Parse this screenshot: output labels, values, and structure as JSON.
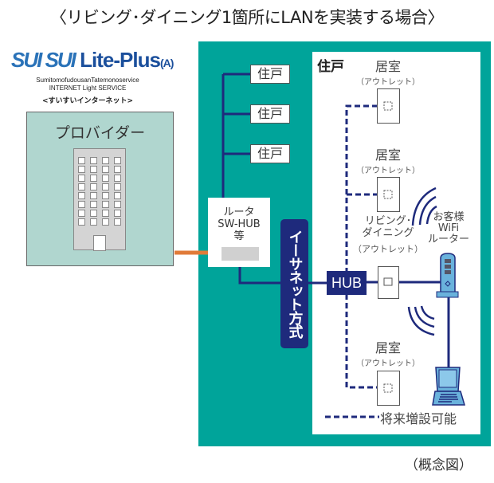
{
  "title": "〈リビング･ダイニング1箇所にLANを実装する場合〉",
  "logo": {
    "brand_mark": "SUI SUI",
    "product": "Lite-Plus",
    "variant": "(A)",
    "company": "SumitomofudousanTatemonoservice",
    "service": "INTERNET Light SERVICE",
    "tagline": "<すいすいインターネット>"
  },
  "provider": {
    "label": "プロバイダー",
    "icon": "office-building-icon"
  },
  "building_units": [
    {
      "label": "住戸"
    },
    {
      "label": "住戸"
    },
    {
      "label": "住戸"
    }
  ],
  "router": {
    "label_line1": "ルータ",
    "label_line2": "SW-HUB",
    "label_line3": "等"
  },
  "ethernet_label": "イーサネット方式",
  "hub_label": "HUB",
  "unit_detail": {
    "title": "住戸",
    "rooms": [
      {
        "label": "居室",
        "sub": "（アウトレット）",
        "type": "future"
      },
      {
        "label": "居室",
        "sub": "（アウトレット）",
        "type": "future"
      },
      {
        "label_line1": "リビング･",
        "label_line2": "ダイニング",
        "sub": "（アウトレット）",
        "type": "installed"
      },
      {
        "label": "居室",
        "sub": "（アウトレット）",
        "type": "future"
      }
    ],
    "wifi_router": {
      "line1": "お客様",
      "line2": "WiFi",
      "line3": "ルーター",
      "icon": "wifi-router-icon"
    },
    "laptop_icon": "laptop-icon"
  },
  "legend": {
    "dashed_label": "将来増設可能"
  },
  "caption": "（概念図）",
  "colors": {
    "teal": "#00a49a",
    "navy": "#1e2a7c",
    "orange": "#e07b39",
    "provider_bg": "#b0d6cf",
    "device_blue": "#6ab2dc"
  }
}
